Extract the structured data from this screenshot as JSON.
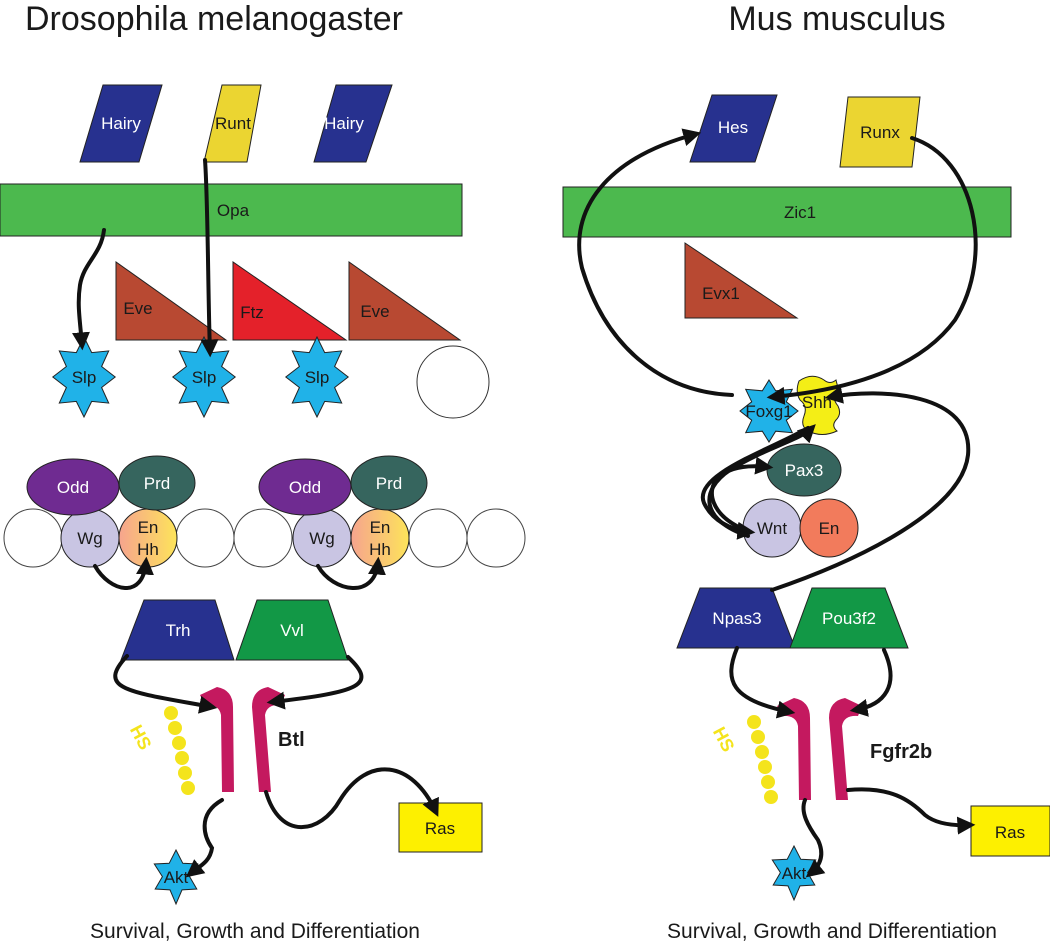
{
  "colors": {
    "hairy": "#27318f",
    "runt": "#ebd531",
    "opa": "#4cb94e",
    "eve": "#b84932",
    "ftz": "#e4212a",
    "slp": "#20b2e8",
    "odd": "#6f2b91",
    "prd": "#36655e",
    "wg": "#c9c5e3",
    "trh": "#27318f",
    "vvl": "#129846",
    "receptor": "#c4195f",
    "hs": "#f4e41c",
    "ras": "#fdf000",
    "pax3": "#36655e",
    "en_mouse": "#f27b5c",
    "shh": "#f4ee16"
  },
  "left": {
    "title": "Drosophila melanogaster",
    "hairy1": "Hairy",
    "runt": "Runt",
    "hairy2": "Hairy",
    "opa": "Opa",
    "eve1": "Eve",
    "ftz": "Ftz",
    "eve2": "Eve",
    "slp1": "Slp",
    "slp2": "Slp",
    "slp3": "Slp",
    "odd1": "Odd",
    "prd1": "Prd",
    "odd2": "Odd",
    "prd2": "Prd",
    "wg1": "Wg",
    "en1": "En",
    "hh1": "Hh",
    "wg2": "Wg",
    "en2": "En",
    "hh2": "Hh",
    "trh": "Trh",
    "vvl": "Vvl",
    "hs": "HS",
    "receptor": "Btl",
    "ras": "Ras",
    "akt": "Akt",
    "caption": "Survival, Growth and Differentiation"
  },
  "right": {
    "title": "Mus musculus",
    "hes": "Hes",
    "runx": "Runx",
    "zic1": "Zic1",
    "evx1": "Evx1",
    "foxg1": "Foxg1",
    "shh": "Shh",
    "pax3": "Pax3",
    "wnt": "Wnt",
    "en": "En",
    "npas3": "Npas3",
    "pou3f2": "Pou3f2",
    "hs": "HS",
    "receptor": "Fgfr2b",
    "ras": "Ras",
    "akt": "Akt",
    "caption": "Survival, Growth and Differentiation"
  }
}
